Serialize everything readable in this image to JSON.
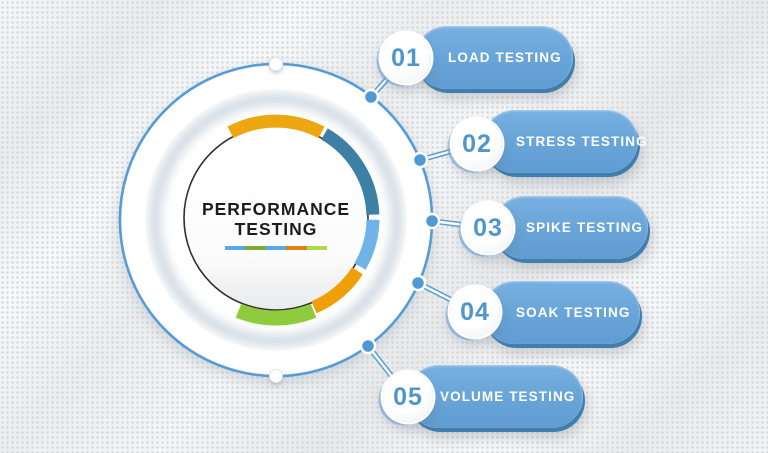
{
  "title": {
    "line1": "PERFORMANCE",
    "line2": "TESTING"
  },
  "items": [
    {
      "number": "01",
      "label": "LOAD TESTING"
    },
    {
      "number": "02",
      "label": "STRESS TESTING"
    },
    {
      "number": "03",
      "label": "SPIKE TESTING"
    },
    {
      "number": "04",
      "label": "SOAK TESTING"
    },
    {
      "number": "05",
      "label": "VOLUME TESTING"
    }
  ],
  "colors": {
    "pill_blue": "#69a5d8",
    "pill_edge": "#3a79ab",
    "ring_outline": "#559bd8",
    "number_text": "#4f96cf",
    "label_text": "#ffffff",
    "title_text": "#1c1c1c",
    "connector": "#5b9fd6",
    "connector_dot": "#4f99d4",
    "arc_orange_top": "#eda712",
    "arc_teal": "#3d80a6",
    "arc_sky": "#6fb3e8",
    "arc_amber": "#efa009",
    "arc_green": "#8ecb3e"
  },
  "underline_segments": [
    "#57a9e8",
    "#7fa83b",
    "#57a9e8",
    "#e2820e",
    "#b0d94a"
  ]
}
